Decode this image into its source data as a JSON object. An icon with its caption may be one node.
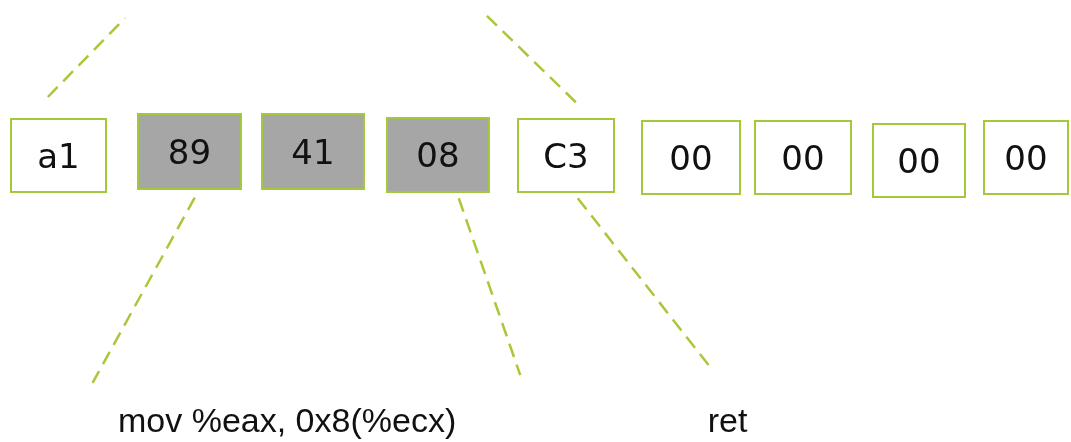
{
  "diagram": {
    "nodes": [
      {
        "text": [
          "a1"
        ]
      },
      {
        "text": [
          "89"
        ]
      },
      {
        "text": [
          "41"
        ]
      },
      {
        "text": [
          "08"
        ]
      },
      {
        "text": [
          "C3"
        ]
      },
      {
        "text": [
          "00"
        ]
      },
      {
        "text": [
          "00"
        ]
      },
      {
        "text": [
          "00"
        ]
      },
      {
        "text": [
          "00"
        ]
      },
      {
        "text": [
          "mov %eax, 0x8(%ecx)"
        ]
      },
      {
        "text": [
          "ret"
        ]
      }
    ],
    "edges": [
      {
        "from": 0,
        "to": null,
        "arrow": "none",
        "style": "dashed"
      },
      {
        "from": 4,
        "to": null,
        "arrow": "none",
        "style": "dashed"
      },
      {
        "from": 1,
        "to": 9,
        "arrow": "none",
        "style": "dashed"
      },
      {
        "from": 3,
        "to": 9,
        "arrow": "none",
        "style": "dashed"
      },
      {
        "from": 4,
        "to": 10,
        "arrow": "none",
        "style": "dashed"
      }
    ]
  }
}
